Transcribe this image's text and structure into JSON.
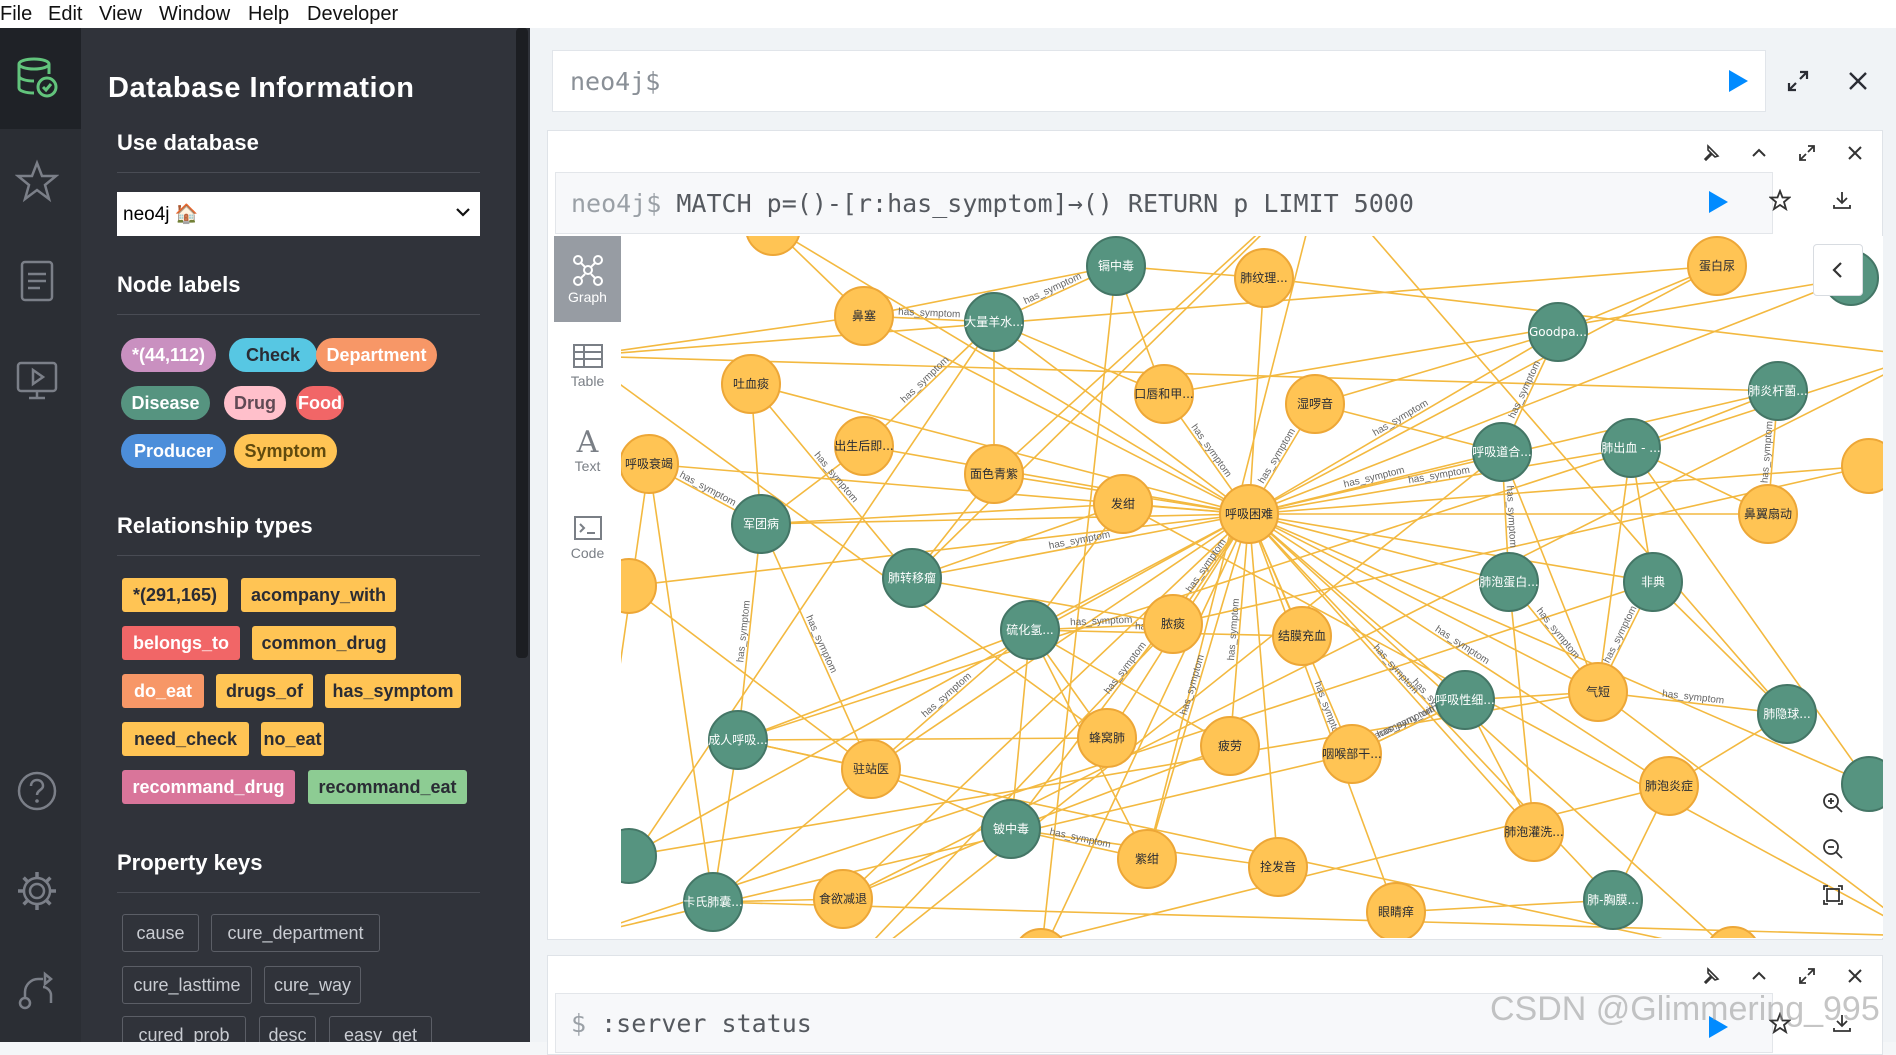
{
  "menu": [
    "File",
    "Edit",
    "View",
    "Window",
    "Help",
    "Developer"
  ],
  "sidebar": {
    "title": "Database Information",
    "use_database_heading": "Use database",
    "database": "neo4j 🏠",
    "node_labels_heading": "Node labels",
    "node_labels": [
      {
        "label": "*(44,112)",
        "color": "#c990c0",
        "text": "#fff"
      },
      {
        "label": "Check",
        "color": "#57c7e3",
        "text": "#2a2c34"
      },
      {
        "label": "Department",
        "color": "#f79767",
        "text": "#fff"
      },
      {
        "label": "Disease",
        "color": "#569480",
        "text": "#fff"
      },
      {
        "label": "Drug",
        "color": "#ffc0cb",
        "text": "#604a55"
      },
      {
        "label": "Food",
        "color": "#f16667",
        "text": "#fff"
      },
      {
        "label": "Producer",
        "color": "#4c8eda",
        "text": "#fff"
      },
      {
        "label": "Symptom",
        "color": "#ffc454",
        "text": "#604a0e"
      }
    ],
    "relationship_types_heading": "Relationship types",
    "relationship_types": [
      {
        "label": "*(291,165)",
        "color": "#ffc454",
        "text": "#2a2c34"
      },
      {
        "label": "acompany_with",
        "color": "#ffc454",
        "text": "#2a2c34"
      },
      {
        "label": "belongs_to",
        "color": "#f16667",
        "text": "#fff"
      },
      {
        "label": "common_drug",
        "color": "#ffc454",
        "text": "#2a2c34"
      },
      {
        "label": "do_eat",
        "color": "#f79767",
        "text": "#fff"
      },
      {
        "label": "drugs_of",
        "color": "#ffc454",
        "text": "#2a2c34"
      },
      {
        "label": "has_symptom",
        "color": "#ffc454",
        "text": "#2a2c34"
      },
      {
        "label": "need_check",
        "color": "#ffc454",
        "text": "#2a2c34"
      },
      {
        "label": "no_eat",
        "color": "#ffc454",
        "text": "#2a2c34"
      },
      {
        "label": "recommand_drug",
        "color": "#d9759a",
        "text": "#fff"
      },
      {
        "label": "recommand_eat",
        "color": "#8dcc93",
        "text": "#2a2c34"
      }
    ],
    "property_keys_heading": "Property keys",
    "property_keys": [
      "cause",
      "cure_department",
      "cure_lasttime",
      "cure_way",
      "cured_prob",
      "desc",
      "easy_get"
    ]
  },
  "editor": {
    "prompt": "neo4j$"
  },
  "frame": {
    "prompt": "neo4j$",
    "query": " MATCH p=()-[r:has_symptom]→() RETURN p LIMIT 5000",
    "tabs": [
      "Graph",
      "Table",
      "Text",
      "Code"
    ]
  },
  "frame2": {
    "prompt": "$",
    "query": " :server status"
  },
  "watermark": "CSDN @Glimmering_995",
  "graph": {
    "edge_label": "has_symptom",
    "edge_label_alt": "acompany_with",
    "colors": {
      "symptom": "#ffc454",
      "symptom_stroke": "#eda737",
      "disease": "#569480",
      "disease_stroke": "#447666",
      "edge": "#f3b940"
    },
    "nodes": [
      {
        "label": "鼻塞",
        "type": "symptom"
      },
      {
        "label": "吐血痰",
        "type": "symptom"
      },
      {
        "label": "呼吸衰竭",
        "type": "symptom"
      },
      {
        "label": "出生后即...",
        "type": "symptom"
      },
      {
        "label": "面色青紫",
        "type": "symptom"
      },
      {
        "label": "口唇和甲...",
        "type": "symptom"
      },
      {
        "label": "肺纹理...",
        "type": "symptom"
      },
      {
        "label": "湿啰音",
        "type": "symptom"
      },
      {
        "label": "发绀",
        "type": "symptom"
      },
      {
        "label": "呼吸困难",
        "type": "symptom"
      },
      {
        "label": "脓痰",
        "type": "symptom"
      },
      {
        "label": "结膜充血",
        "type": "symptom"
      },
      {
        "label": "蜂窝肺",
        "type": "symptom"
      },
      {
        "label": "疲劳",
        "type": "symptom"
      },
      {
        "label": "咽喉部干...",
        "type": "symptom"
      },
      {
        "label": "驻站医",
        "type": "symptom"
      },
      {
        "label": "紫绀",
        "type": "symptom"
      },
      {
        "label": "拴发音",
        "type": "symptom"
      },
      {
        "label": "食欲减退",
        "type": "symptom"
      },
      {
        "label": "眼睛痒",
        "type": "symptom"
      },
      {
        "label": "气短",
        "type": "symptom"
      },
      {
        "label": "肺泡灌洗...",
        "type": "symptom"
      },
      {
        "label": "肺泡炎症",
        "type": "symptom"
      },
      {
        "label": "鼻翼扇动",
        "type": "symptom"
      },
      {
        "label": "蛋白尿",
        "type": "symptom"
      },
      {
        "label": "镉中毒",
        "type": "disease"
      },
      {
        "label": "大量羊水...",
        "type": "disease"
      },
      {
        "label": "军团病",
        "type": "disease"
      },
      {
        "label": "肺转移瘤",
        "type": "disease"
      },
      {
        "label": "硫化氢...",
        "type": "disease"
      },
      {
        "label": "成人呼吸...",
        "type": "disease"
      },
      {
        "label": "铍中毒",
        "type": "disease"
      },
      {
        "label": "卡氏肺囊...",
        "type": "disease"
      },
      {
        "label": "Goodpa...",
        "type": "disease"
      },
      {
        "label": "呼吸道合...",
        "type": "disease"
      },
      {
        "label": "肺出血 - ...",
        "type": "disease"
      },
      {
        "label": "肺炎杆菌...",
        "type": "disease"
      },
      {
        "label": "肺泡蛋白...",
        "type": "disease"
      },
      {
        "label": "非典",
        "type": "disease"
      },
      {
        "label": "呼吸性细...",
        "type": "disease"
      },
      {
        "label": "肺隐球...",
        "type": "disease"
      },
      {
        "label": "肺-胸膜...",
        "type": "disease"
      }
    ]
  }
}
